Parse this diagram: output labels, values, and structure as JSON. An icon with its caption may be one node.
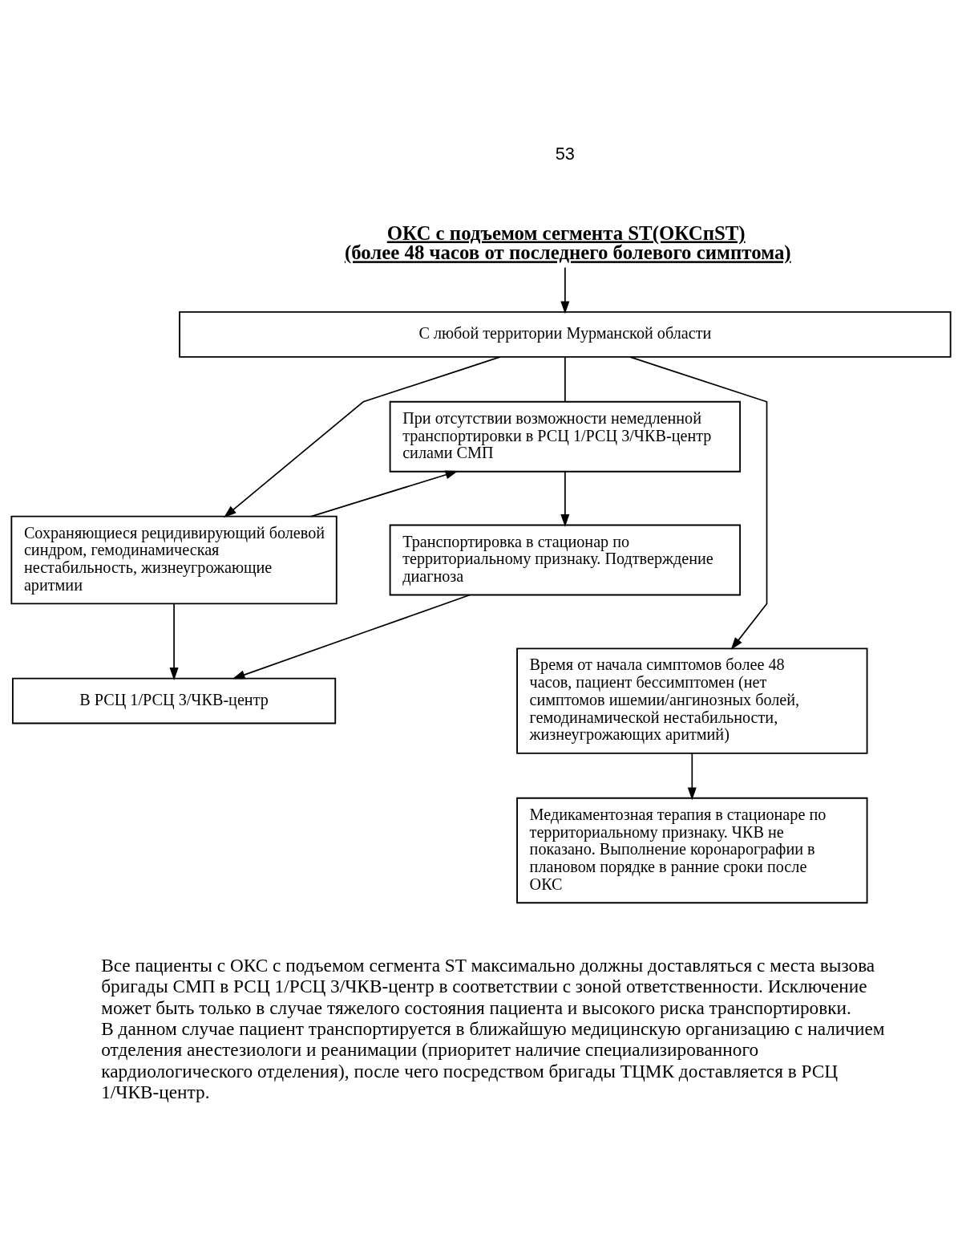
{
  "diagram": {
    "nodes": [
      {
        "text": [
          "ОКС с подъемом сегмента ST(ОКСпST)",
          "(более 48 часов от последнего болевого симптома)"
        ]
      },
      {
        "text": [
          "С любой территории Мурманской области"
        ]
      },
      {
        "text": [
          "Сохраняющиеся рецидивирующий болевой синдром, гемодинамическая нестабильность, жизнеугрожающие аритмии"
        ]
      },
      {
        "text": [
          "При отсутствии возможности немедленной транспортировки в РСЦ 1/РСЦ 3/ЧКВ-центр силами СМП"
        ]
      },
      {
        "text": [
          "Транспортировка в стационар по территориальному признаку. Подтверждение диагноза"
        ]
      },
      {
        "text": [
          "В РСЦ 1/РСЦ 3/ЧКВ-центр"
        ]
      },
      {
        "text": [
          "Время от начала симптомов более 48 часов, пациент бессимптомен (нет симптомов ишемии/ангинозных болей, гемодинамической нестабильности, жизнеугрожающих аритмий)"
        ]
      },
      {
        "text": [
          "Медикаментозная терапия в стационаре по территориальному признаку. ЧКВ не показано. Выполнение коронарографии в плановом порядке в ранние сроки после ОКС"
        ]
      }
    ],
    "edges": [
      {
        "from": 0,
        "to": 1,
        "arrow": "to"
      },
      {
        "from": 1,
        "to": 2,
        "arrow": "to"
      },
      {
        "from": 1,
        "to": 3,
        "arrow": "none"
      },
      {
        "from": 1,
        "to": 6,
        "arrow": "to"
      },
      {
        "from": 2,
        "to": 3,
        "arrow": "to"
      },
      {
        "from": 3,
        "to": 4,
        "arrow": "to"
      },
      {
        "from": 2,
        "to": 5,
        "arrow": "to"
      },
      {
        "from": 4,
        "to": 5,
        "arrow": "to"
      },
      {
        "from": 6,
        "to": 7,
        "arrow": "to"
      }
    ],
    "labels": [
      "53",
      "Все пациенты с ОКС с подъемом сегмента ST максимально должны доставляться с места вызова бригады СМП в РСЦ 1/РСЦ 3/ЧКВ-центр в соответствии с зоной ответственности. Исключение может быть только в случае тяжелого состояния пациента и высокого риска транспортировки. В данном случае пациент транспортируется в ближайшую медицинскую организацию с наличием отделения анестезиологи и реанимации (приоритет наличие специализированного кардиологического отделения), после чего посредством бригады ТЦМК доставляется в РСЦ 1/ЧКВ-центр."
    ]
  }
}
